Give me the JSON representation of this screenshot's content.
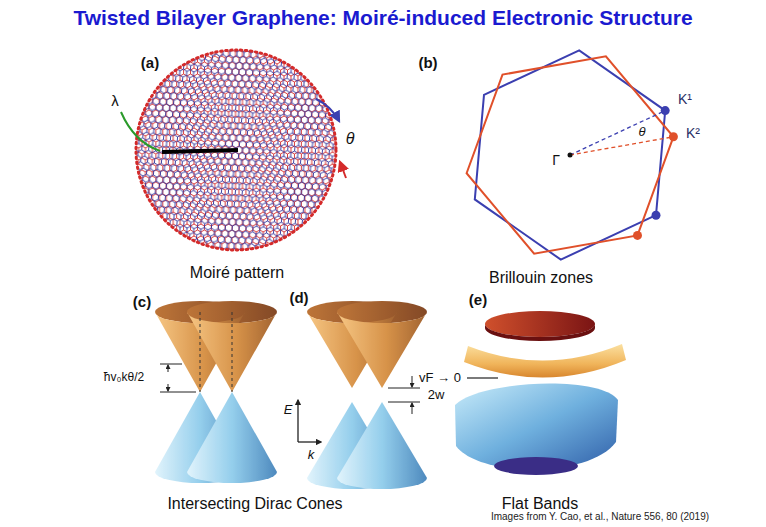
{
  "diagram": {
    "title": "Twisted Bilayer Graphene: Moiré-induced Electronic Structure",
    "caption": "Images from Y. Cao, et al., Nature 556, 80 (2019)",
    "labels": [
      "(a)",
      "λ",
      "θ",
      "Moiré pattern",
      "(b)",
      "K¹",
      "Γ",
      "θ",
      "K²",
      "Brillouin zones",
      "(c)",
      "ħv₀kθ/2",
      "(d)",
      "E",
      "k",
      "2w",
      "(e)",
      "vF → 0",
      "Intersecting Dirac Cones",
      "Flat Bands"
    ]
  }
}
